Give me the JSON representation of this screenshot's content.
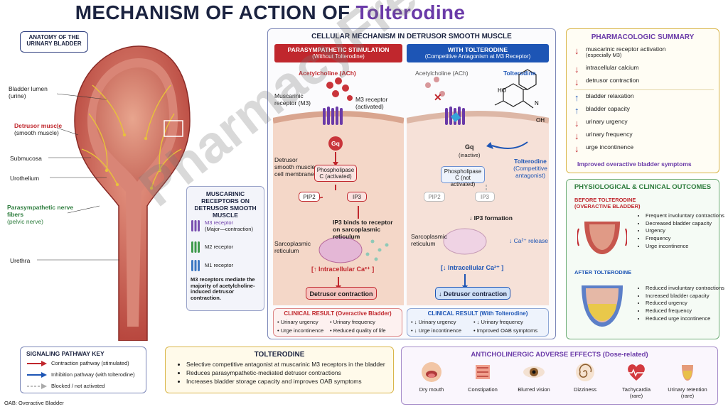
{
  "title": {
    "main": "MECHANISM OF ACTION OF",
    "drug": "Tolterodine"
  },
  "anatomy": {
    "header": "ANATOMY OF THE URINARY BLADDER",
    "labels": {
      "lumen": "Bladder lumen (urine)",
      "detrusor": "Detrusor muscle",
      "detrusor_sub": "(smooth muscle)",
      "submucosa": "Submucosa",
      "urothelium": "Urothelium",
      "nerve": "Parasympathetic nerve fibers",
      "nerve_sub": "(pelvic nerve)",
      "urethra": "Urethra"
    }
  },
  "receptors_box": {
    "header": "MUSCARINIC RECEPTORS ON DETRUSOR SMOOTH MUSCLE",
    "items": [
      {
        "name": "M3 receptor",
        "note": "(Major—contraction)"
      },
      {
        "name": "M2 receptor",
        "note": ""
      },
      {
        "name": "M1 receptor",
        "note": ""
      }
    ],
    "footer": "M3 receptors mediate the majority of acetylcholine-induced detrusor contraction."
  },
  "cellular": {
    "header": "CELLULAR MECHANISM IN DETRUSOR SMOOTH MUSCLE",
    "left": {
      "banner": "PARASYMPATHETIC STIMULATION",
      "banner_sub": "(Without Tolterodine)",
      "ach": "Acetylcholine (ACh)",
      "m3": "M3 receptor (activated)",
      "musc": "Muscarinic receptor (M3)",
      "gq": "Gq",
      "membrane": "Detrusor smooth muscle cell membrane",
      "plc": "Phospholipase C (activated)",
      "pip2": "PIP2",
      "ip3": "IP3",
      "ip3_bind": "IP3 binds to receptor on sarcoplasmic reticulum",
      "sr": "Sarcoplasmic reticulum",
      "ca": "[↑ Intracellular Ca²⁺ ]",
      "contraction": "Detrusor contraction",
      "result_header": "CLINICAL RESULT (Overactive Bladder)",
      "results": [
        "Urinary urgency",
        "Urinary frequency",
        "Urge incontinence",
        "Reduced quality of life"
      ]
    },
    "right": {
      "banner": "WITH TOLTERODINE",
      "banner_sub": "(Competitive Antagonism at M3 Receptor)",
      "ach": "Acetylcholine (ACh)",
      "drug": "Tolterodine",
      "gq": "Gq",
      "gq_sub": "(inactive)",
      "drug_label": "Tolterodine",
      "drug_label_sub": "(Competitive antagonist)",
      "plc": "Phospholipase C (not activated)",
      "pip2": "PIP2",
      "ip3": "IP3",
      "ip3_form": "↓ IP3 formation",
      "sr": "Sarcoplasmic reticulum",
      "ca_release": "↓ Ca²⁺ release",
      "ca": "[↓ Intracellular Ca²⁺ ]",
      "relax": "↓ Detrusor contraction",
      "result_header": "CLINICAL RESULT (With Tolterodine)",
      "results": [
        "↓ Urinary urgency",
        "↓ Urinary frequency",
        "↓ Urge incontinence",
        "Improved OAB symptoms"
      ],
      "mol_labels": {
        "ho": "HO",
        "n": "N",
        "oh": "OH"
      }
    }
  },
  "summary": {
    "header": "PHARMACOLOGIC SUMMARY",
    "items": [
      {
        "dir": "down",
        "text": "muscarinic receptor activation",
        "sub": "(especially M3)"
      },
      {
        "dir": "down",
        "text": "intracellular calcium",
        "sub": ""
      },
      {
        "dir": "down",
        "text": "detrusor contraction",
        "sub": ""
      },
      {
        "dir": "up",
        "text": "bladder relaxation",
        "sub": ""
      },
      {
        "dir": "up",
        "text": "bladder capacity",
        "sub": ""
      },
      {
        "dir": "down",
        "text": "urinary urgency",
        "sub": ""
      },
      {
        "dir": "down",
        "text": "urinary frequency",
        "sub": ""
      },
      {
        "dir": "down",
        "text": "urge incontinence",
        "sub": ""
      }
    ],
    "footer": "Improved overactive bladder symptoms"
  },
  "outcomes": {
    "header": "PHYSIOLOGICAL & CLINICAL OUTCOMES",
    "before_header": "BEFORE TOLTERODINE (OVERACTIVE BLADDER)",
    "before_items": [
      "Frequent involuntary contractions",
      "Decreased bladder capacity",
      "Urgency",
      "Frequency",
      "Urge incontinence"
    ],
    "after_header": "AFTER TOLTERODINE",
    "after_items": [
      "Reduced involuntary contractions",
      "Increased bladder capacity",
      "Reduced urgency",
      "Reduced frequency",
      "Reduced urge incontinence"
    ]
  },
  "key": {
    "header": "SIGNALING PATHWAY KEY",
    "items": [
      "Contraction pathway (stimulated)",
      "Inhibition pathway (with tolterodine)",
      "Blocked / not activated"
    ]
  },
  "tolterodine": {
    "header": "TOLTERODINE",
    "items": [
      "Selective competitive antagonist at muscarinic M3 receptors in the bladder",
      "Reduces parasympathetic-mediated detrusor contractions",
      "Increases bladder storage capacity and improves OAB symptoms"
    ]
  },
  "adverse": {
    "header": "ANTICHOLINERGIC ADVERSE EFFECTS (Dose-related)",
    "items": [
      {
        "label": "Dry mouth",
        "sub": ""
      },
      {
        "label": "Constipation",
        "sub": ""
      },
      {
        "label": "Blurred vision",
        "sub": ""
      },
      {
        "label": "Dizziness",
        "sub": ""
      },
      {
        "label": "Tachycardia",
        "sub": "(rare)"
      },
      {
        "label": "Urinary retention",
        "sub": "(rare)"
      }
    ]
  },
  "footnote": "OAB: Overactive Bladder",
  "watermark": "PharmacyFreak",
  "colors": {
    "red": "#c0272d",
    "blue": "#1d55b5",
    "purple": "#6a3aa8",
    "green": "#2e7d3e",
    "navy": "#1b2340"
  }
}
